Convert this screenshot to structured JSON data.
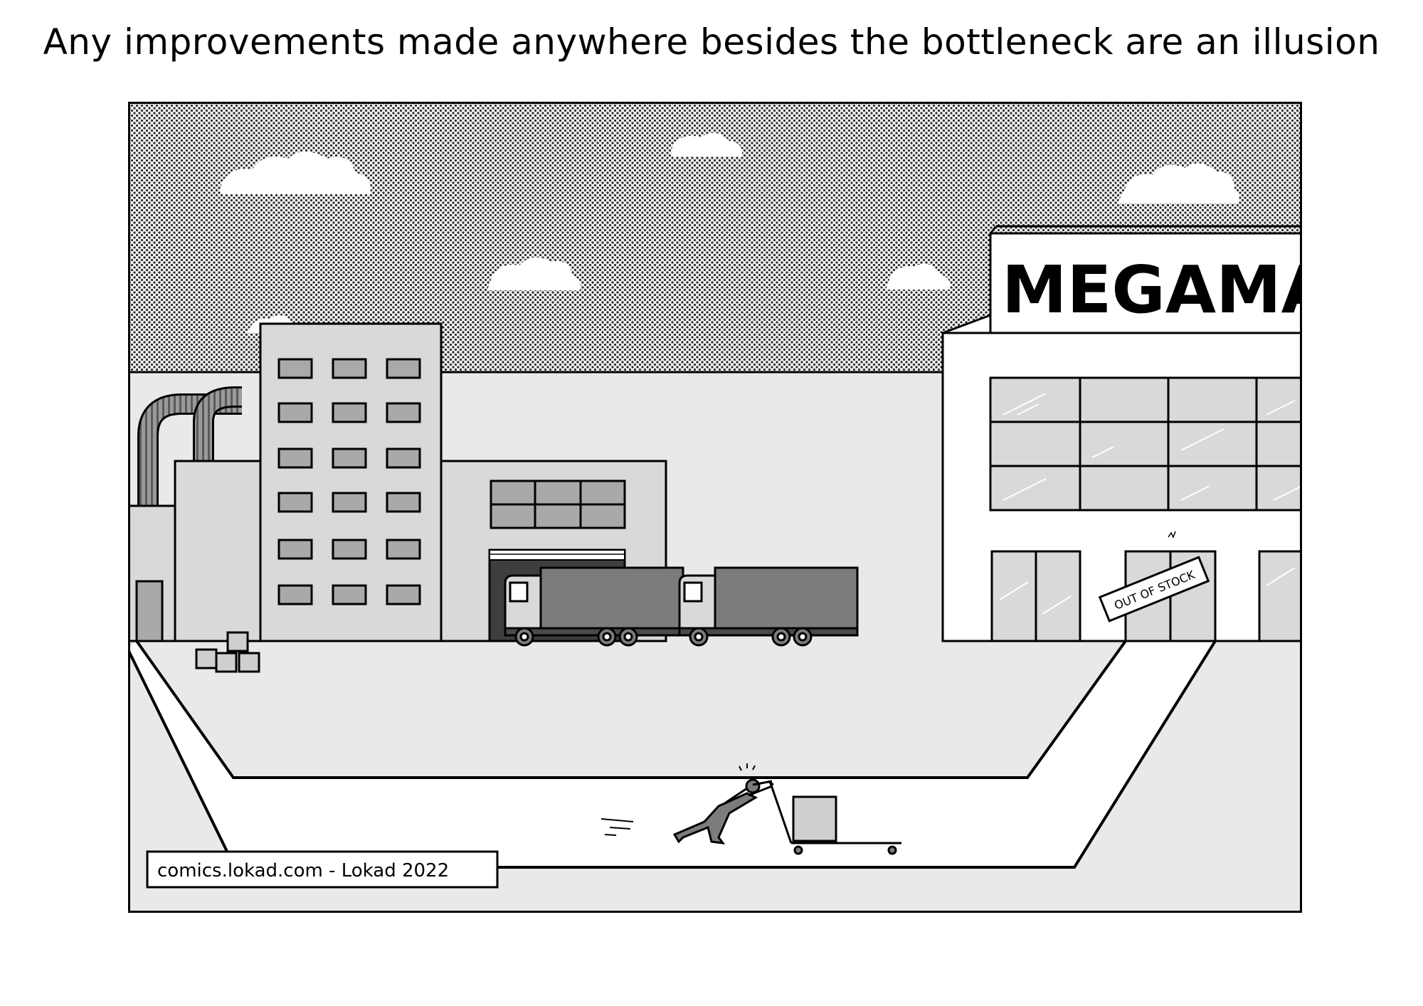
{
  "caption": "Any improvements made anywhere besides the bottleneck are an illusion",
  "store_sign": "MEGAMAL",
  "out_of_stock": "OUT OF STOCK",
  "credit": "comics.lokad.com - Lokad 2022",
  "colors": {
    "ink": "#000000",
    "sky_dots": "#2a2a2a",
    "ground": "#e9e9e9",
    "building": "#d9d9d9",
    "window": "#a9a9a9",
    "truck": "#7c7c7c",
    "road": "#ffffff"
  }
}
